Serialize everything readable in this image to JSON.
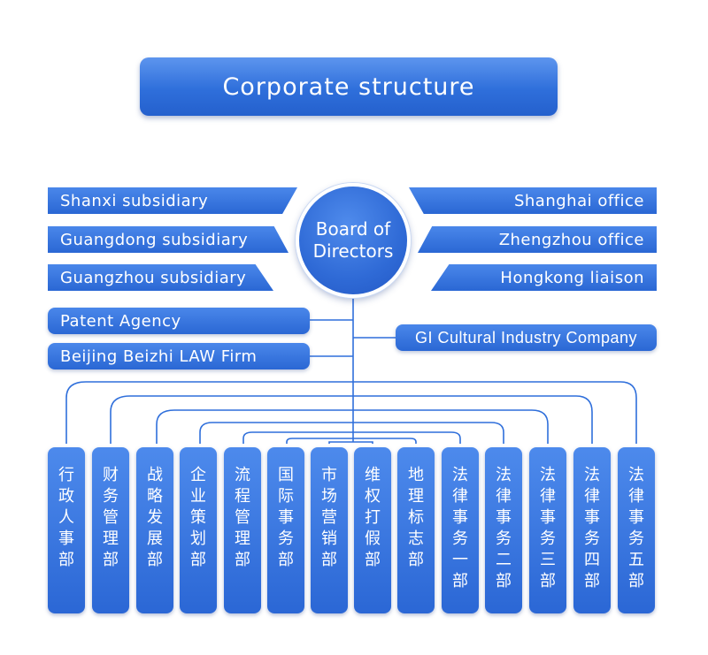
{
  "title": "Corporate structure",
  "board": "Board of Directors",
  "left_units": [
    "Shanxi subsidiary",
    "Guangdong subsidiary",
    "Guangzhou subsidiary"
  ],
  "right_units": [
    "Shanghai office",
    "Zhengzhou office",
    "Hongkong liaison"
  ],
  "left_pills": [
    "Patent Agency",
    "Beijing Beizhi LAW Firm"
  ],
  "right_pill": "GI Cultural Industry Company",
  "departments": [
    "行政人事部",
    "财务管理部",
    "战略发展部",
    "企业策划部",
    "流程管理部",
    "国际事务部",
    "市场营销部",
    "维权打假部",
    "地理标志部",
    "法律事务一部",
    "法律事务二部",
    "法律事务三部",
    "法律事务四部",
    "法律事务五部"
  ],
  "colors": {
    "box": "#2f6fdb",
    "line": "#2f6fdb",
    "text": "#ffffff"
  }
}
